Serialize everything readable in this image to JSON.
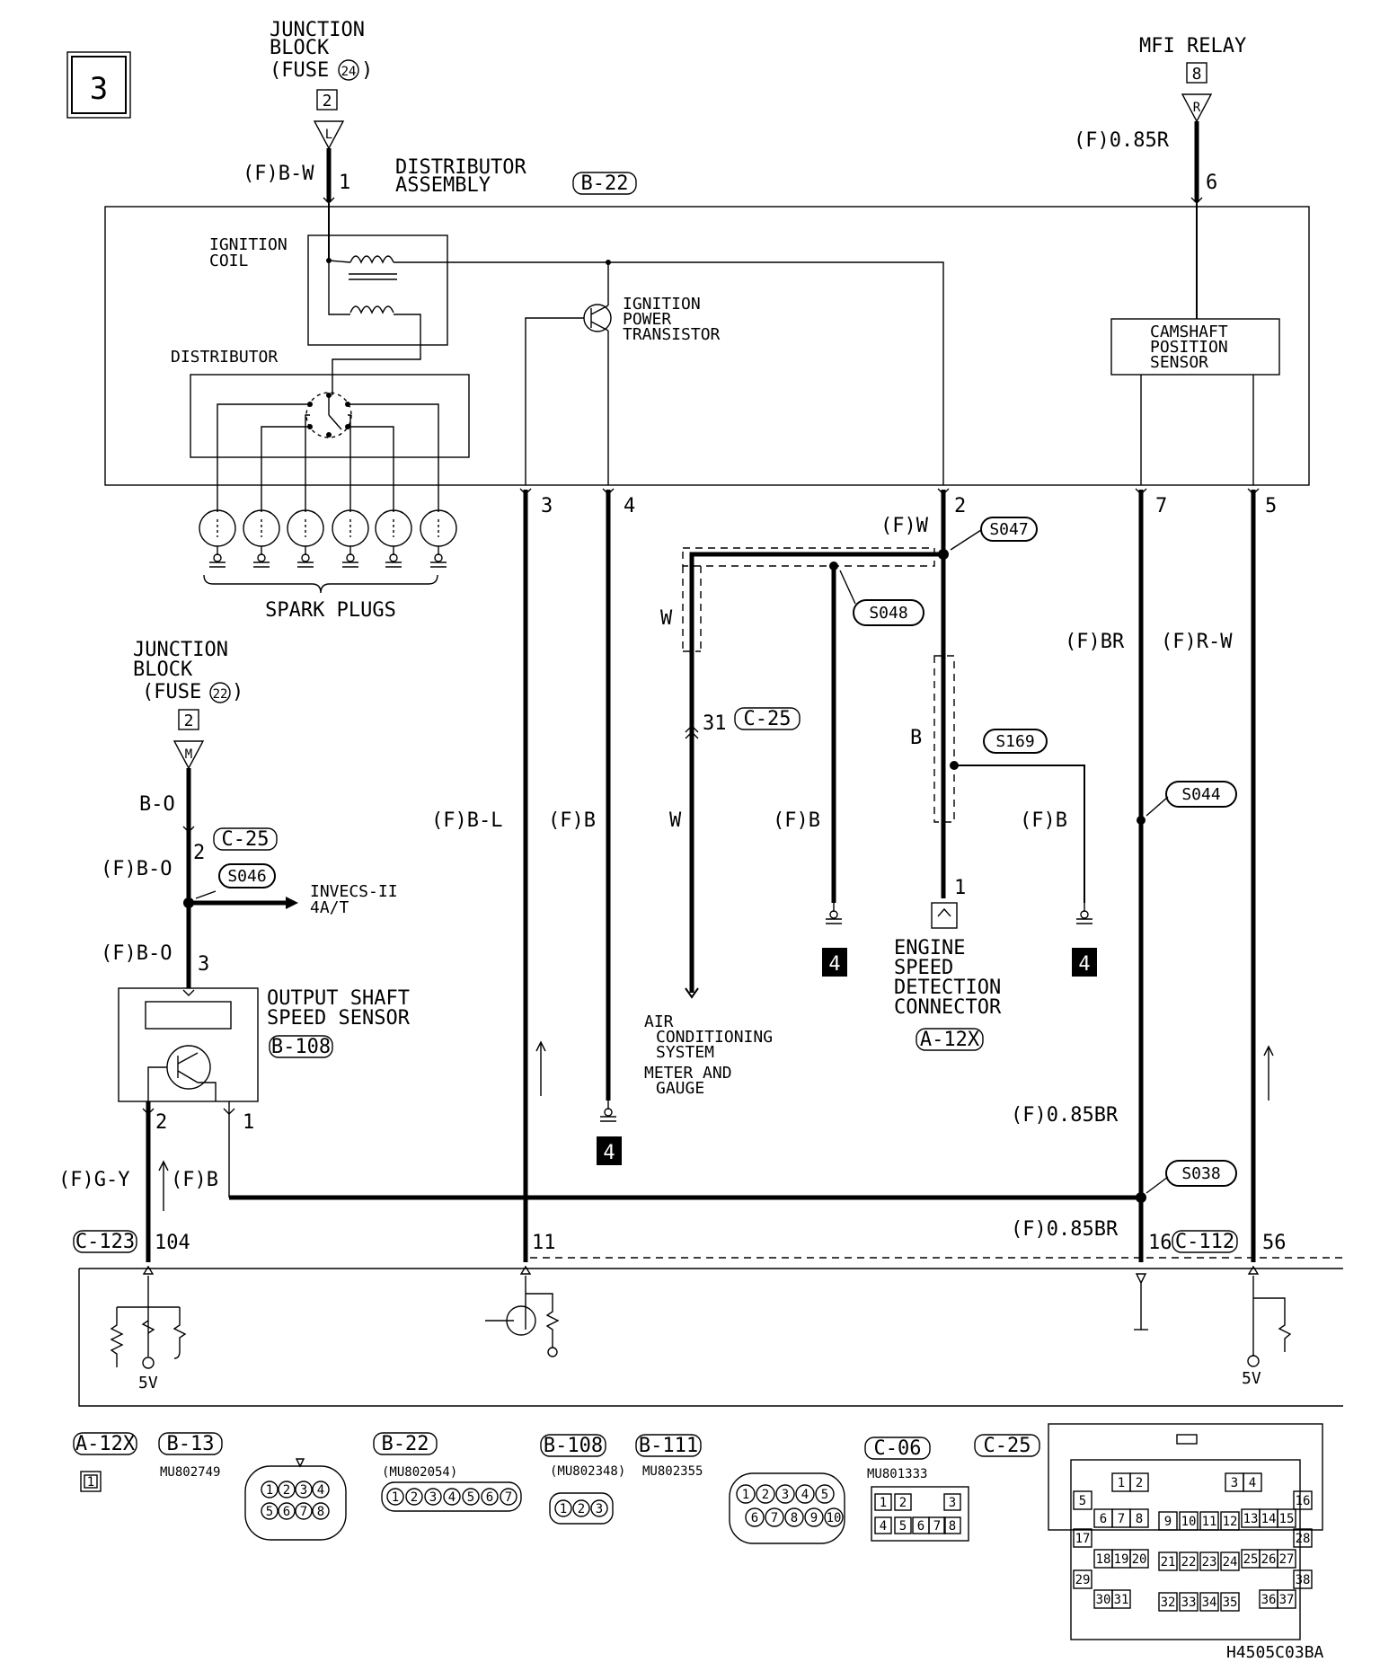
{
  "page_label": "3",
  "figure_code": "H4505C03BA",
  "top": {
    "jb24": {
      "l1": "JUNCTION",
      "l2": "BLOCK",
      "l3": "(FUSE",
      "fuse": "24",
      "l3end": ")",
      "pin": "2",
      "term": "L"
    },
    "mfi": {
      "title": "MFI RELAY",
      "pin": "8",
      "term": "R"
    },
    "wire_bw": "(F)B-W",
    "pin1": "1",
    "wire_085r": "(F)0.85R",
    "pin6": "6",
    "dist_assy_l1": "DISTRIBUTOR",
    "dist_assy_l2": "ASSEMBLY",
    "dist_conn": "B-22"
  },
  "assembly": {
    "ign_coil_l1": "IGNITION",
    "ign_coil_l2": "COIL",
    "ipt_l1": "IGNITION",
    "ipt_l2": "POWER",
    "ipt_l3": "TRANSISTOR",
    "distributor": "DISTRIBUTOR",
    "cps_l1": "CAMSHAFT",
    "cps_l2": "POSITION",
    "cps_l3": "SENSOR",
    "pin3": "3",
    "pin4": "4",
    "pin2": "2",
    "pin7": "7",
    "pin5": "5",
    "spark_plugs": "SPARK PLUGS"
  },
  "middle": {
    "jb22": {
      "l1": "JUNCTION",
      "l2": "BLOCK",
      "l3": "(FUSE",
      "fuse": "22",
      "l3end": ")",
      "pin": "2",
      "term": "M"
    },
    "w_bo": "B-O",
    "pin2_c25": "2",
    "c25": "C-25",
    "w_fbo1": "(F)B-O",
    "s046": "S046",
    "invecs_l1": "INVECS-II",
    "invecs_l2": "4A/T",
    "w_fbo2": "(F)B-O",
    "pin3": "3",
    "oss_l1": "OUTPUT SHAFT",
    "oss_l2": "SPEED SENSOR",
    "oss_conn": "B-108",
    "oss_pin2": "2",
    "oss_pin1": "1",
    "w_fgy": "(F)G-Y",
    "w_fb_oss": "(F)B",
    "w_fbl": "(F)B-L",
    "w_fb4": "(F)B",
    "w_fw": "(F)W",
    "s047": "S047",
    "s048": "S048",
    "w_w1": "W",
    "pin31": "31",
    "c25b": "C-25",
    "w_w2": "W",
    "w_fb_s048": "(F)B",
    "ac_l1": "AIR",
    "ac_l2": "CONDITIONING",
    "ac_l3": "SYSTEM",
    "mg_l1": "METER AND",
    "mg_l2": "GAUGE",
    "w_b": "B",
    "s169": "S169",
    "w_fb_s169": "(F)B",
    "pin1_esd": "1",
    "esd_l1": "ENGINE",
    "esd_l2": "SPEED",
    "esd_l3": "DETECTION",
    "esd_l4": "CONNECTOR",
    "esd_conn": "A-12X",
    "w_fbr": "(F)BR",
    "w_frw": "(F)R-W",
    "s044": "S044",
    "w_085br1": "(F)0.85BR",
    "s038": "S038",
    "w_085br2": "(F)0.85BR",
    "ground_num": "4"
  },
  "ecu": {
    "c123": "C-123",
    "pin104": "104",
    "pin11": "11",
    "pin16": "16",
    "c112": "C-112",
    "pin56": "56",
    "v5_left": "5V",
    "v5_right": "5V"
  },
  "connectors": {
    "a12x": "A-12X",
    "a12x_pin": "1",
    "b13": "B-13",
    "b13_part": "MU802749",
    "b13_pins": [
      "1",
      "2",
      "3",
      "4",
      "5",
      "6",
      "7",
      "8"
    ],
    "b22": "B-22",
    "b22_part": "(MU802054)",
    "b22_pins": [
      "1",
      "2",
      "3",
      "4",
      "5",
      "6",
      "7"
    ],
    "b108": "B-108",
    "b108_part": "(MU802348)",
    "b108_pins": [
      "1",
      "2",
      "3"
    ],
    "b111": "B-111",
    "b111_part": "MU802355",
    "b111_pins": [
      "1",
      "2",
      "3",
      "4",
      "5",
      "6",
      "7",
      "8",
      "9",
      "10"
    ],
    "c06": "C-06",
    "c06_part": "MU801333",
    "c06_pins": [
      "1",
      "2",
      "3",
      "4",
      "5",
      "6",
      "7",
      "8"
    ],
    "c25": "C-25",
    "c25_pins": [
      "1",
      "2",
      "3",
      "4",
      "5",
      "6",
      "7",
      "8",
      "9",
      "10",
      "11",
      "12",
      "13",
      "14",
      "15",
      "16",
      "17",
      "18",
      "19",
      "20",
      "21",
      "22",
      "23",
      "24",
      "25",
      "26",
      "27",
      "28",
      "29",
      "30",
      "31",
      "32",
      "33",
      "34",
      "35",
      "36",
      "37",
      "38"
    ]
  }
}
